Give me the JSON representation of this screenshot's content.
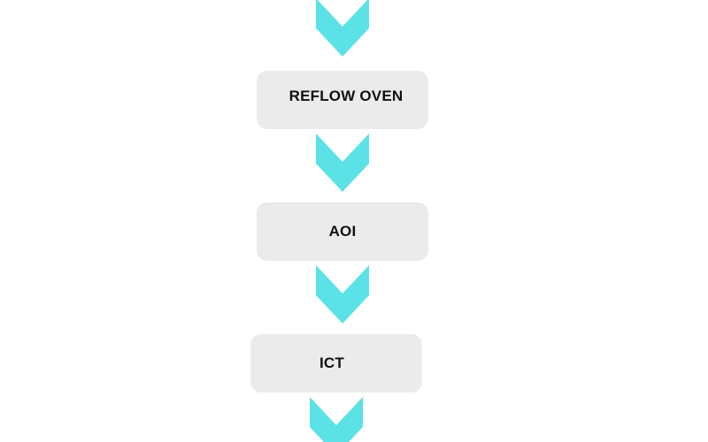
{
  "diagram": {
    "type": "process-flow",
    "arrow_color": "#5ae2e6",
    "box_color": "#ebebeb",
    "steps": [
      {
        "label": "REFLOW OVEN"
      },
      {
        "label": "AOI"
      },
      {
        "label": "ICT"
      }
    ],
    "arrow_icon": "chevron-down-icon"
  }
}
